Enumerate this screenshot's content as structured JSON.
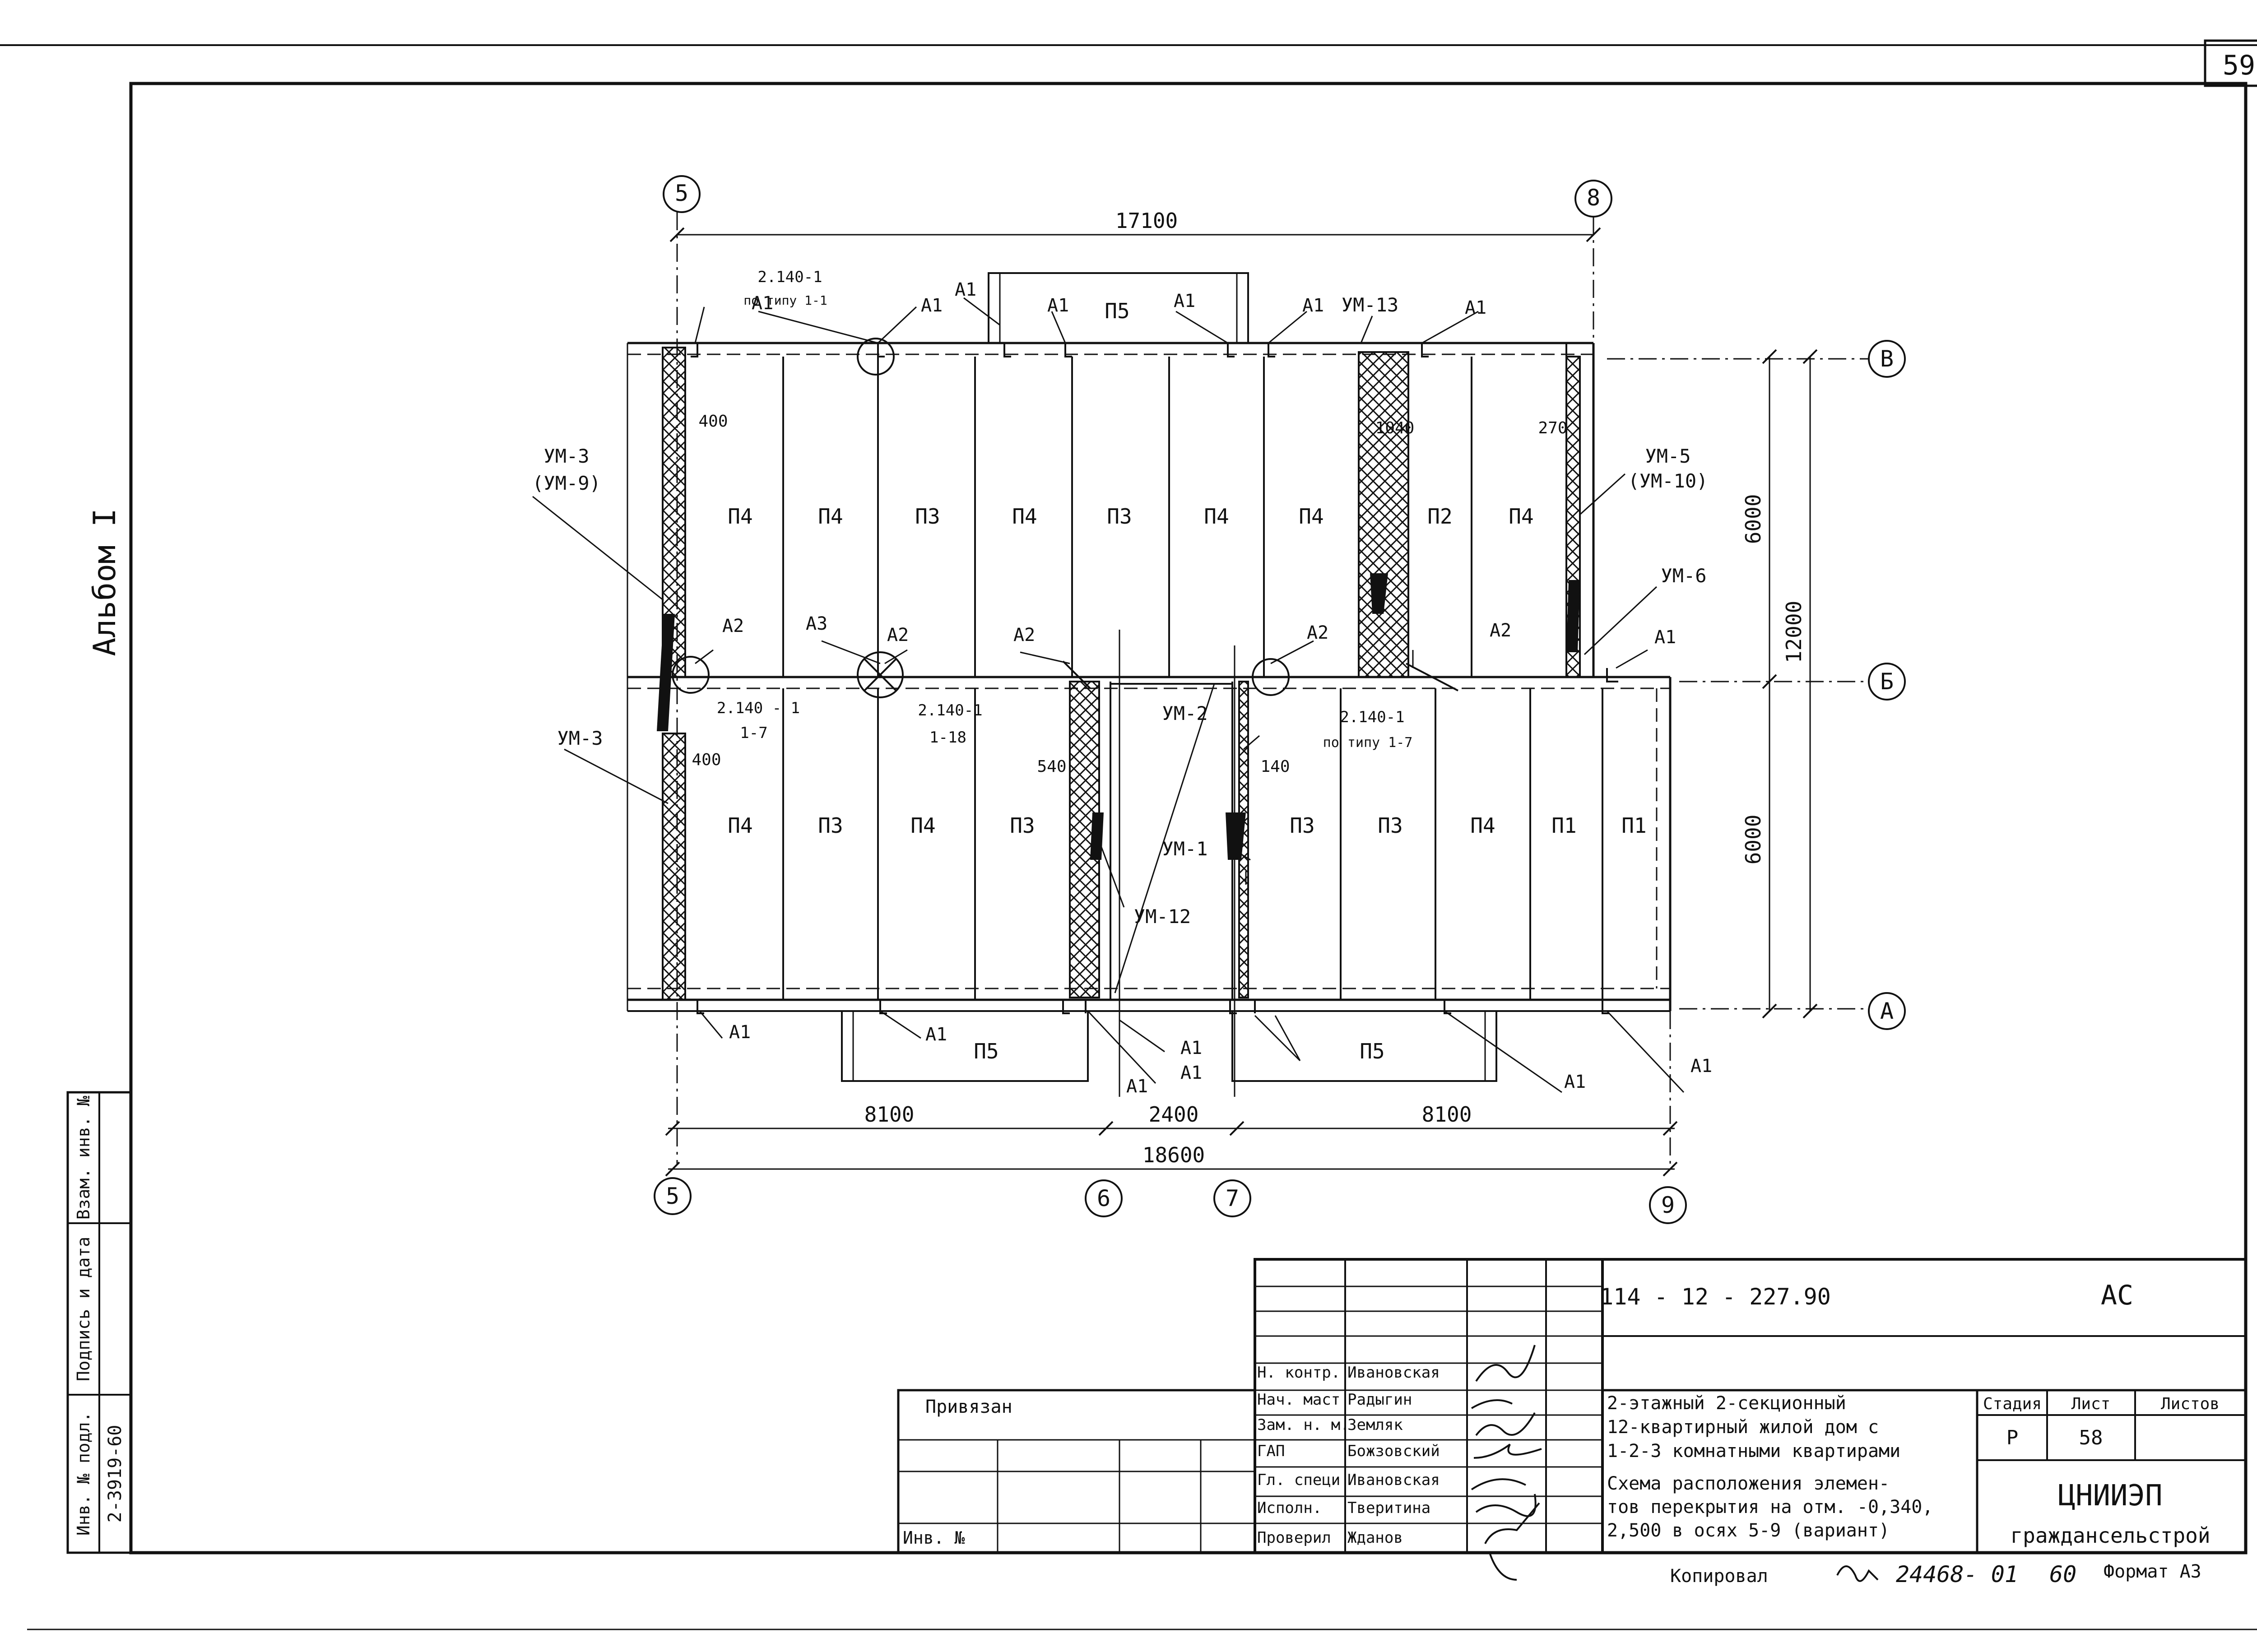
{
  "sheet": {
    "page_number": "59",
    "album": "Альбом I",
    "inv_number": "2-3919-60",
    "side_stamp": {
      "inv": "Инв. № подл.",
      "sign": "Подпись и дата",
      "vzam": "Взам. инв. №"
    }
  },
  "plan": {
    "axes_top": [
      "5",
      "8"
    ],
    "axes_bottom": [
      "5",
      "6",
      "7",
      "9"
    ],
    "axes_right": [
      "В",
      "Б",
      "А"
    ],
    "dims": {
      "top": "17100",
      "bottom_a": "8100",
      "bottom_b": "2400",
      "bottom_c": "8100",
      "bottom_total": "18600",
      "right_upper": "6000",
      "right_lower": "6000",
      "right_total": "12000",
      "w400a": "400",
      "w400b": "400",
      "w1040": "1040",
      "w270": "270",
      "w540": "540",
      "w140": "140"
    },
    "panels_upper": [
      "П4",
      "П4",
      "П3",
      "П4",
      "П3",
      "П4",
      "П4",
      "П2",
      "П4"
    ],
    "panels_lower": [
      "П4",
      "П3",
      "П4",
      "П3",
      "П3",
      "П3",
      "П4",
      "П1",
      "П1"
    ],
    "balcony_top": "П5",
    "balcony_bottom_left": "П5",
    "balcony_bottom_right": "П5",
    "anchors": {
      "a1": "А1",
      "a2": "А2",
      "a3": "А3"
    },
    "nodes": {
      "um3_top": "УМ-3",
      "um9": "(УМ-9)",
      "um3_bottom": "УМ-3",
      "um13": "УМ-13",
      "um5": "УМ-5",
      "um10": "(УМ-10)",
      "um6": "УМ-6",
      "um2": "УМ-2",
      "um1": "УМ-1",
      "um12": "УМ-12"
    },
    "refs": {
      "top_ref": "2.140-1",
      "top_ref_sub": "по типу 1-1",
      "ref17": "2.140 - 1",
      "ref17_sub": "1-7",
      "ref118": "2.140-1",
      "ref118_sub": "1-18",
      "ref17b": "2.140-1",
      "ref17b_sub": "по типу 1-7"
    }
  },
  "title_block": {
    "code": "114 - 12 - 227.90",
    "mark": "АС",
    "privyazan": "Привязан",
    "inv_no": "Инв. №",
    "roles": [
      "Н. контр.",
      "Нач. маст",
      "Зам. н. м.",
      "ГАП",
      "Гл. специ",
      "Исполн.",
      "Проверил"
    ],
    "names": [
      "Ивановская",
      "Радыгин",
      "Земляк",
      "Божзовский",
      "Ивановская",
      "Тверитина",
      "Жданов"
    ],
    "project_lines": [
      "2-этажный 2-секционный",
      "12-квартирный жилой дом с",
      "1-2-3 комнатными квартирами"
    ],
    "sheet_title_lines": [
      "Схема расположения элемен-",
      "тов перекрытия на отм. -0,340,",
      "2,500 в осях 5-9 (вариант)"
    ],
    "stage_label": "Стадия",
    "sheet_label": "Лист",
    "sheets_label": "Листов",
    "stage": "Р",
    "sheet": "58",
    "org": "ЦНИИЭП",
    "org2": "граждансельстрой",
    "copied": "Копировал",
    "order": "24468- 01",
    "copy_page": "60",
    "format": "Формат А3"
  }
}
